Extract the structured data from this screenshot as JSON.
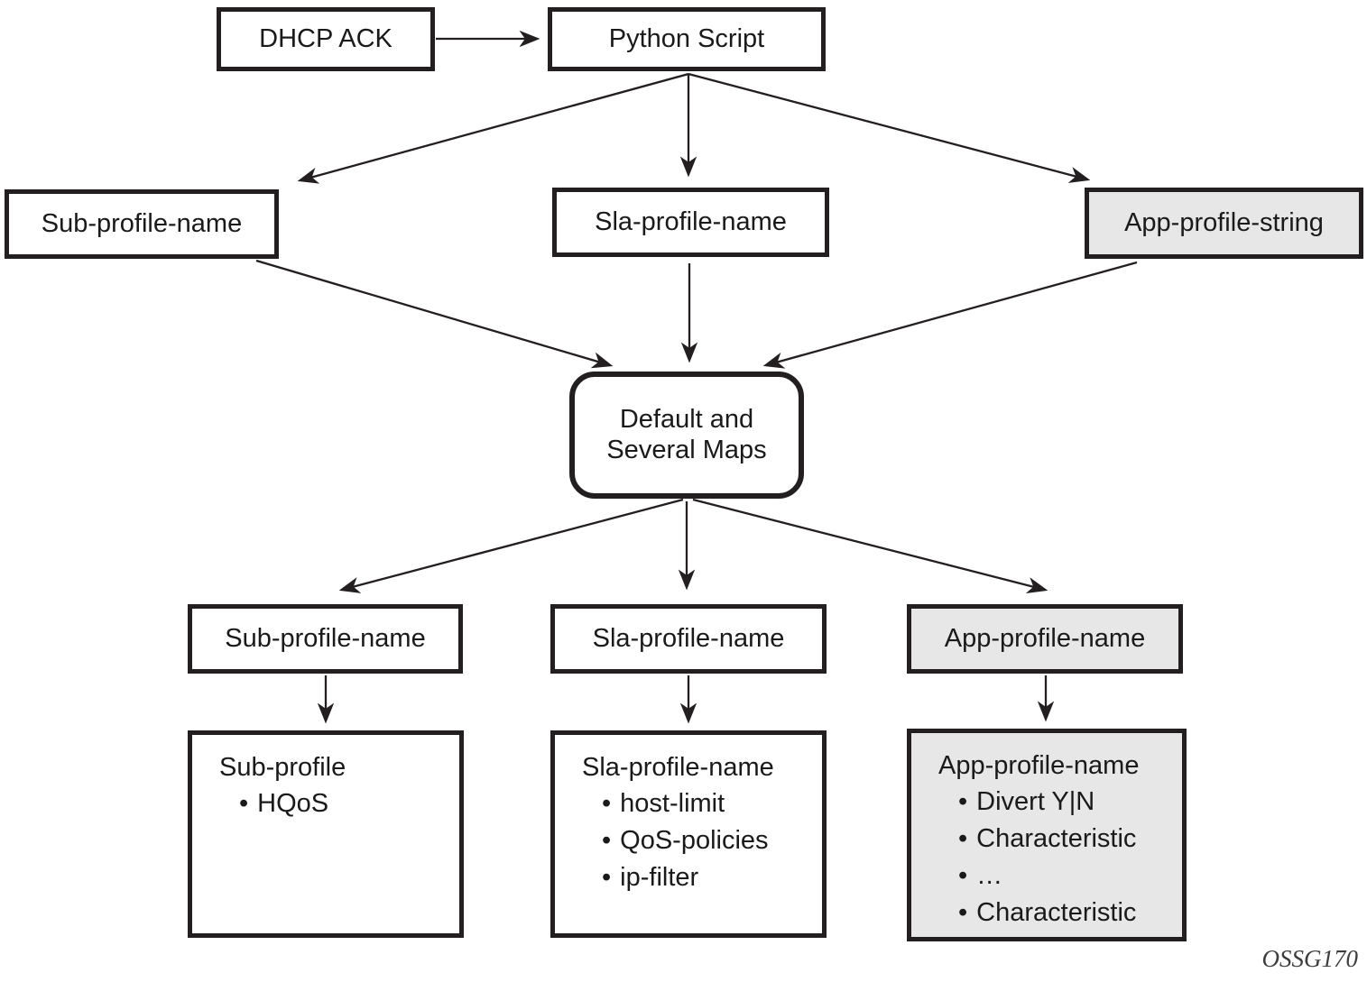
{
  "diagram": {
    "bullet_char": "•",
    "footer": "OSSG170",
    "colors": {
      "border": "#231f20",
      "gray_fill": "#e7e7e7",
      "white_fill": "#ffffff",
      "text": "#1a1a1a"
    },
    "nodes": {
      "dhcp_ack": {
        "label": "DHCP ACK"
      },
      "python_script": {
        "label": "Python Script"
      },
      "sub_profile_name_top": {
        "label": "Sub-profile-name"
      },
      "sla_profile_name_top": {
        "label": "Sla-profile-name"
      },
      "app_profile_string": {
        "label": "App-profile-string"
      },
      "default_maps": {
        "label_line1": "Default and",
        "label_line2": "Several Maps"
      },
      "sub_profile_name_mid": {
        "label": "Sub-profile-name"
      },
      "sla_profile_name_mid": {
        "label": "Sla-profile-name"
      },
      "app_profile_name_mid": {
        "label": "App-profile-name"
      },
      "sub_profile_detail": {
        "title": "Sub-profile",
        "bullets": [
          "HQoS"
        ]
      },
      "sla_profile_detail": {
        "title": "Sla-profile-name",
        "bullets": [
          "host-limit",
          "QoS-policies",
          "ip-filter"
        ]
      },
      "app_profile_detail": {
        "title": "App-profile-name",
        "bullets": [
          "Divert Y|N",
          "Characteristic",
          "…",
          "Characteristic"
        ]
      }
    }
  }
}
